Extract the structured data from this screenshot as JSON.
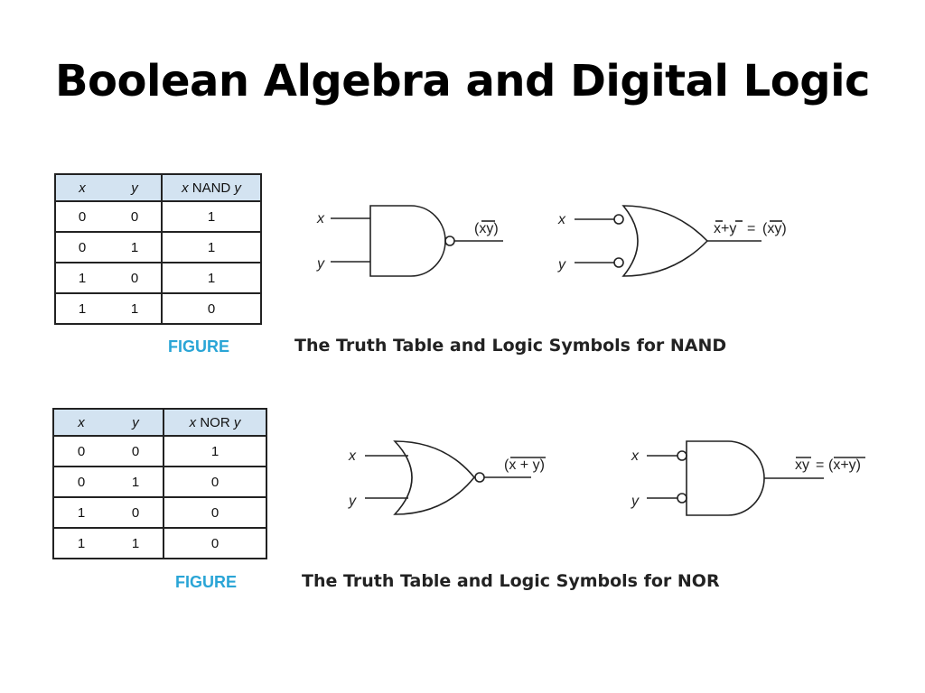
{
  "title": "Boolean Algebra and Digital Logic",
  "nand_section": {
    "table": {
      "headers": [
        "x",
        "y",
        "x NAND y"
      ],
      "header_parts": {
        "pre": "x",
        "op": "NAND",
        "post": "y"
      },
      "rows": [
        [
          "0",
          "0",
          "1"
        ],
        [
          "0",
          "1",
          "1"
        ],
        [
          "1",
          "0",
          "1"
        ],
        [
          "1",
          "1",
          "0"
        ]
      ]
    },
    "gate1": {
      "in1": "x",
      "in2": "y",
      "output": "(xy)"
    },
    "gate2": {
      "in1": "x",
      "in2": "y",
      "output_lhs": "x+y",
      "output_eq": "=",
      "output_rhs": "(xy)"
    },
    "figure_label": "FIGURE",
    "caption": "The Truth Table and Logic Symbols for NAND"
  },
  "nor_section": {
    "table": {
      "headers": [
        "x",
        "y",
        "x NOR y"
      ],
      "header_parts": {
        "pre": "x",
        "op": "NOR",
        "post": "y"
      },
      "rows": [
        [
          "0",
          "0",
          "1"
        ],
        [
          "0",
          "1",
          "0"
        ],
        [
          "1",
          "0",
          "0"
        ],
        [
          "1",
          "1",
          "0"
        ]
      ]
    },
    "gate1": {
      "in1": "x",
      "in2": "y",
      "output": "(x + y)"
    },
    "gate2": {
      "in1": "x",
      "in2": "y",
      "output_lhs": "xy",
      "output_eq": "=",
      "output_rhs": "(x+y)"
    },
    "figure_label": "FIGURE",
    "caption": "The Truth Table and Logic Symbols for NOR"
  }
}
